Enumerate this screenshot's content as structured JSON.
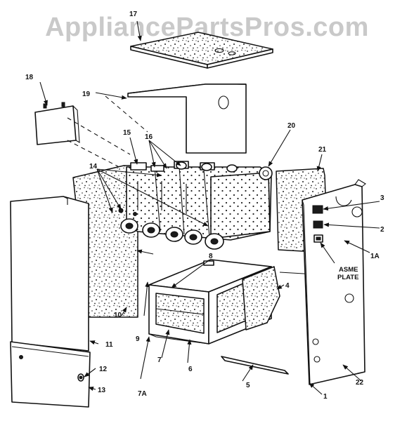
{
  "watermark": "AppliancePartsPros.com",
  "callouts": {
    "p1": "1",
    "p1a": "1A",
    "p2": "2",
    "p3": "3",
    "p4": "4",
    "p5": "5",
    "p6": "6",
    "p7": "7",
    "p7a": "7A",
    "p8": "8",
    "p9": "9",
    "p10": "10",
    "p11": "11",
    "p12": "12",
    "p13": "13",
    "p14": "14",
    "p15": "15",
    "p16": "16",
    "p17": "17",
    "p18": "18",
    "p19": "19",
    "p20": "20",
    "p21": "21",
    "p22": "22"
  },
  "asme_line1": "ASME",
  "asme_line2": "PLATE"
}
